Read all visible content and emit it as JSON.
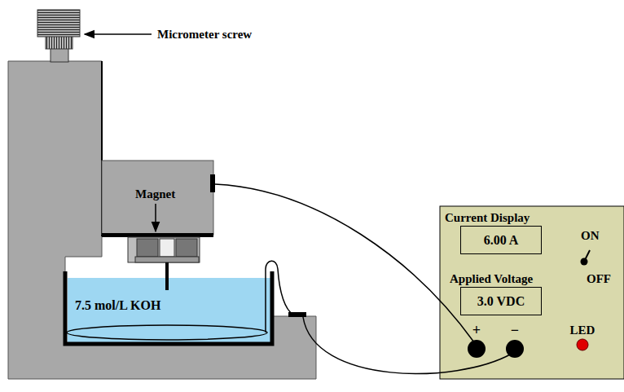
{
  "diagram": {
    "nodes": [
      {
        "text": [
          "ON",
          "OFF",
          "+",
          "−",
          "LED"
        ]
      },
      {
        "text": [
          "Current Display",
          "6.00 A"
        ],
        "in": 0
      },
      {
        "text": [
          "Applied Voltage",
          "3.0 VDC"
        ],
        "in": 0
      }
    ],
    "labels": [
      "Micrometer screw",
      "Magnet",
      "7.5 mol/L KOH"
    ]
  }
}
